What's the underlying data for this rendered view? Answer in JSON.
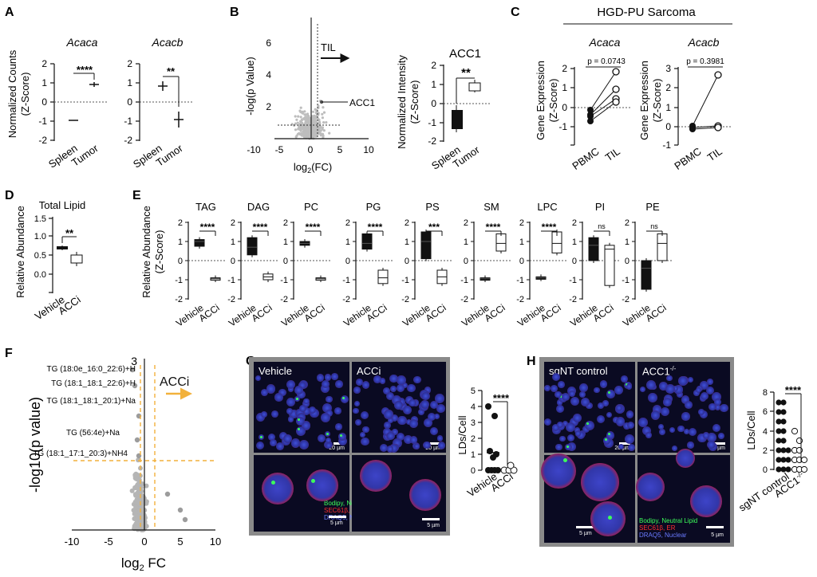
{
  "panels": {
    "A": {
      "letter": "A",
      "ylabel": [
        "Normalized Counts",
        "(Z-Score)"
      ],
      "plots": [
        {
          "title": "Acaca",
          "sig": "****",
          "categories": [
            "Spleen",
            "Tumor"
          ],
          "values": [
            -0.95,
            0.95
          ],
          "err": [
            0.05,
            0.08
          ]
        },
        {
          "title": "Acacb",
          "sig": "**",
          "categories": [
            "Spleen",
            "Tumor"
          ],
          "values": [
            0.85,
            -0.85
          ],
          "err": [
            0.2,
            0.4
          ]
        }
      ],
      "yticks": [
        1,
        0,
        -1,
        -2,
        2
      ],
      "ylim": [
        -2,
        2
      ]
    },
    "B": {
      "letter": "B",
      "volcano": {
        "ylabel": "-log(p Value)",
        "xlabel": "log2(FC)",
        "xticks": [
          -10,
          -5,
          0,
          5,
          10
        ],
        "yticks": [
          2,
          4,
          6
        ],
        "arrow_label": "TIL",
        "annot": "ACC1"
      },
      "box": {
        "title": "ACC1",
        "ylabel": [
          "Normalized Intensity",
          "(Z-Score)"
        ],
        "sig": "**",
        "categories": [
          "Spleen",
          "Tumor"
        ],
        "yticks": [
          1,
          0,
          -1,
          -2,
          2
        ]
      }
    },
    "C": {
      "letter": "C",
      "header": "HGD-PU  Sarcoma",
      "ylabel": [
        "Gene Expression",
        "(Z-Score)"
      ],
      "plots": [
        {
          "title": "Acaca",
          "pval": "p = 0.0743",
          "categories": [
            "PBMC",
            "TIL"
          ]
        },
        {
          "title": "Acacb",
          "pval": "p = 0.3981",
          "categories": [
            "PBMC",
            "TIL"
          ]
        }
      ]
    },
    "D": {
      "letter": "D",
      "title": "Total Lipid",
      "ylabel": "Relative Abundance",
      "sig": "**",
      "categories": [
        "Vehicle",
        "ACCi"
      ],
      "yticks": [
        "1.5",
        "1.0",
        "0.5",
        "0.0"
      ]
    },
    "E": {
      "letter": "E",
      "ylabel": [
        "Relative Abundance",
        "(Z-Score)"
      ],
      "categories": [
        "Vehicle",
        "ACCi"
      ],
      "classes": [
        {
          "name": "TAG",
          "sig": "****"
        },
        {
          "name": "DAG",
          "sig": "****"
        },
        {
          "name": "PC",
          "sig": "****"
        },
        {
          "name": "PG",
          "sig": "****"
        },
        {
          "name": "PS",
          "sig": "***"
        },
        {
          "name": "SM",
          "sig": "****"
        },
        {
          "name": "LPC",
          "sig": "****"
        },
        {
          "name": "PI",
          "sig": "ns"
        },
        {
          "name": "PE",
          "sig": "ns"
        }
      ]
    },
    "F": {
      "letter": "F",
      "ylabel": "-log10(p value)",
      "xlabel": "log2 FC",
      "arrow_label": "ACCi",
      "xticks": [
        -10,
        -5,
        0,
        5,
        10
      ],
      "ytick_top": "3",
      "annotations": [
        "TG (18:0e_16:0_22:6)+H",
        "TG (18:1_18:1_22:6)+H",
        "TG (18:1_18:1_20:1)+Na",
        "TG (56:4e)+Na",
        "TG (18:1_17:1_20:3)+NH4"
      ]
    },
    "G": {
      "letter": "G",
      "top_labels": [
        "Vehicle",
        "ACCi"
      ],
      "legend": [
        "Bodipy, Neutral Lipid",
        "SEC61β, ER",
        "DRAQ5, Nuclear"
      ],
      "scale": "5 µm",
      "scale_small": "20 µm",
      "plot": {
        "ylabel": "LDs/Cell",
        "sig": "****",
        "categories": [
          "Vehicle",
          "ACCi"
        ],
        "yticks": [
          "0",
          "1",
          "2",
          "3",
          "4",
          "5"
        ]
      }
    },
    "H": {
      "letter": "H",
      "top_labels": [
        "sgNT control",
        "ACC1-/-"
      ],
      "legend": [
        "Bodipy, Neutral Lipid",
        "SEC61β, ER",
        "DRAQ5, Nuclear"
      ],
      "scale": "5 µm",
      "scale_small": "20 µm",
      "plot": {
        "ylabel": "LDs/Cell",
        "sig": "****",
        "categories": [
          "sgNT control",
          "ACC1-/-"
        ],
        "yticks": [
          "0",
          "2",
          "4",
          "6",
          "8"
        ]
      }
    }
  }
}
